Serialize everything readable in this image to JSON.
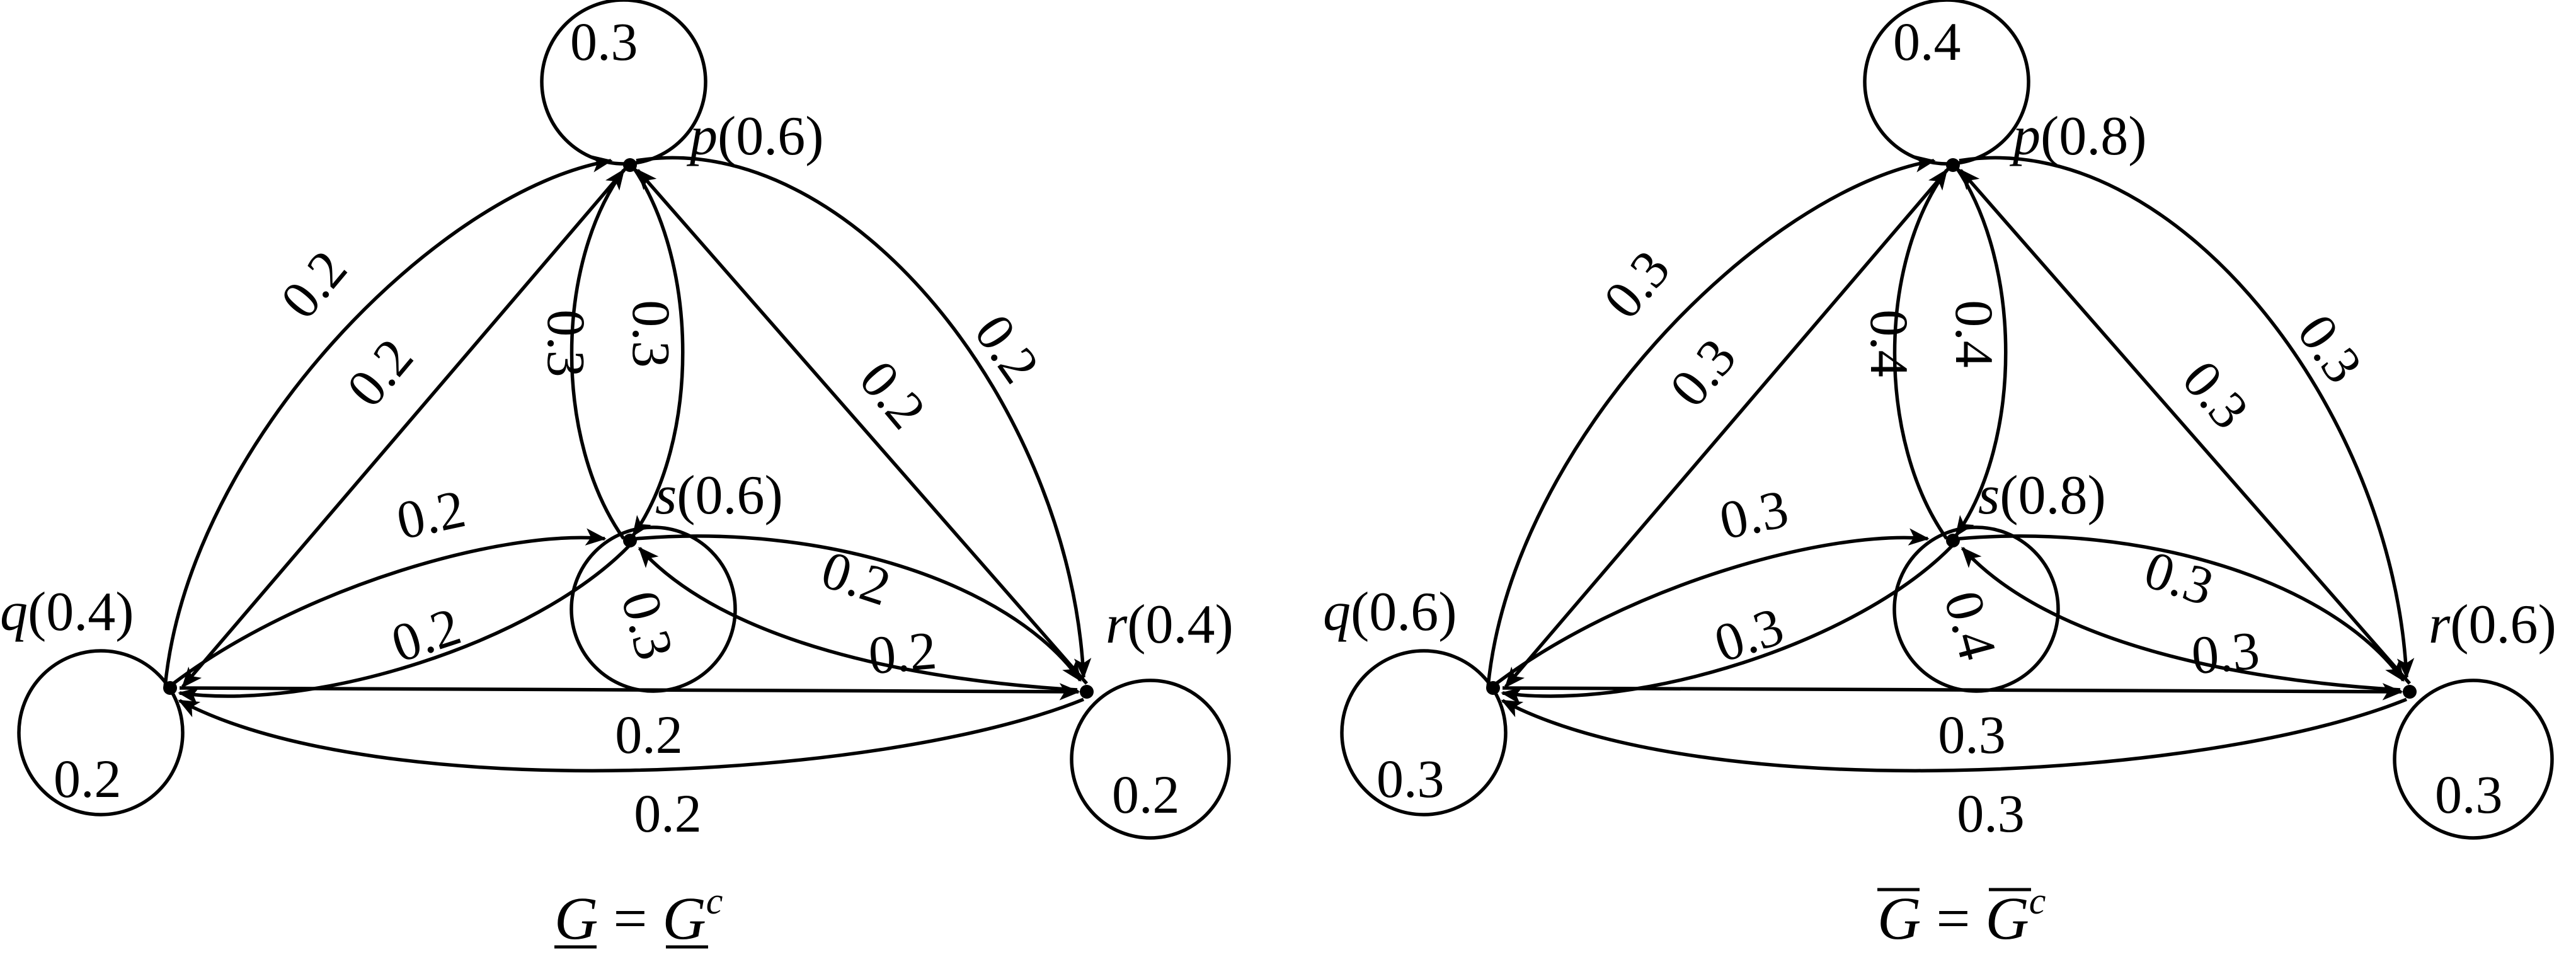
{
  "graphs": [
    {
      "nodes": {
        "p": {
          "name": "p",
          "value": "(0.6)"
        },
        "q": {
          "name": "q",
          "value": "(0.4)"
        },
        "r": {
          "name": "r",
          "value": "(0.4)"
        },
        "s": {
          "name": "s",
          "value": "(0.6)"
        }
      },
      "loops": {
        "p": "0.3",
        "q": "0.2",
        "r": "0.2",
        "s": "0.3"
      },
      "edges": {
        "q_p_outer": "0.2",
        "q_p_inner": "0.2",
        "p_s_left": "0.3",
        "p_s_right": "0.3",
        "p_r_inner": "0.2",
        "p_r_outer": "0.2",
        "q_s_upper": "0.2",
        "q_s_lower": "0.2",
        "s_r_upper": "0.2",
        "s_r_lower": "0.2",
        "q_r_straight": "0.2",
        "q_r_bottom": "0.2"
      },
      "caption": {
        "base": "G",
        "eq": " = ",
        "base2": "G",
        "sup": "c",
        "bar": "under"
      }
    },
    {
      "nodes": {
        "p": {
          "name": "p",
          "value": "(0.8)"
        },
        "q": {
          "name": "q",
          "value": "(0.6)"
        },
        "r": {
          "name": "r",
          "value": "(0.6)"
        },
        "s": {
          "name": "s",
          "value": "(0.8)"
        }
      },
      "loops": {
        "p": "0.4",
        "q": "0.3",
        "r": "0.3",
        "s": "0.4"
      },
      "edges": {
        "q_p_outer": "0.3",
        "q_p_inner": "0.3",
        "p_s_left": "0.4",
        "p_s_right": "0.4",
        "p_r_inner": "0.3",
        "p_r_outer": "0.3",
        "q_s_upper": "0.3",
        "q_s_lower": "0.3",
        "s_r_upper": "0.3",
        "s_r_lower": "0.3",
        "q_r_straight": "0.3",
        "q_r_bottom": "0.3"
      },
      "caption": {
        "base": "G",
        "eq": " = ",
        "base2": "G",
        "sup": "c",
        "bar": "over"
      }
    }
  ]
}
